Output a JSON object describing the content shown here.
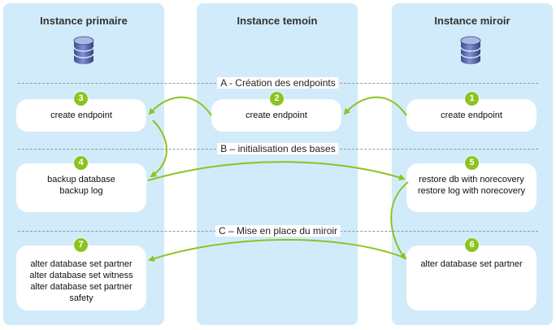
{
  "lanes": {
    "primary": "Instance primaire",
    "witness": "Instance temoin",
    "mirror": "Instance miroir"
  },
  "sections": {
    "a": "A - Création des endpoints",
    "b": "B – initialisation des bases",
    "c": "C – Mise en place du miroir"
  },
  "steps": {
    "s1": {
      "num": "1",
      "lines": [
        "create endpoint"
      ]
    },
    "s2": {
      "num": "2",
      "lines": [
        "create endpoint"
      ]
    },
    "s3": {
      "num": "3",
      "lines": [
        "create endpoint"
      ]
    },
    "s4": {
      "num": "4",
      "lines": [
        "backup database",
        "backup log"
      ]
    },
    "s5": {
      "num": "5",
      "lines": [
        "restore db with norecovery",
        "restore log with norecovery"
      ]
    },
    "s6": {
      "num": "6",
      "lines": [
        "alter database set partner"
      ]
    },
    "s7": {
      "num": "7",
      "lines": [
        "alter database set partner",
        "alter database set witness",
        "alter database set partner",
        "safety"
      ]
    }
  },
  "icons": {
    "database": "database-icon"
  },
  "colors": {
    "lane": "#d2ebfa",
    "accent": "#8cc320",
    "divider": "#8e9aa4"
  }
}
